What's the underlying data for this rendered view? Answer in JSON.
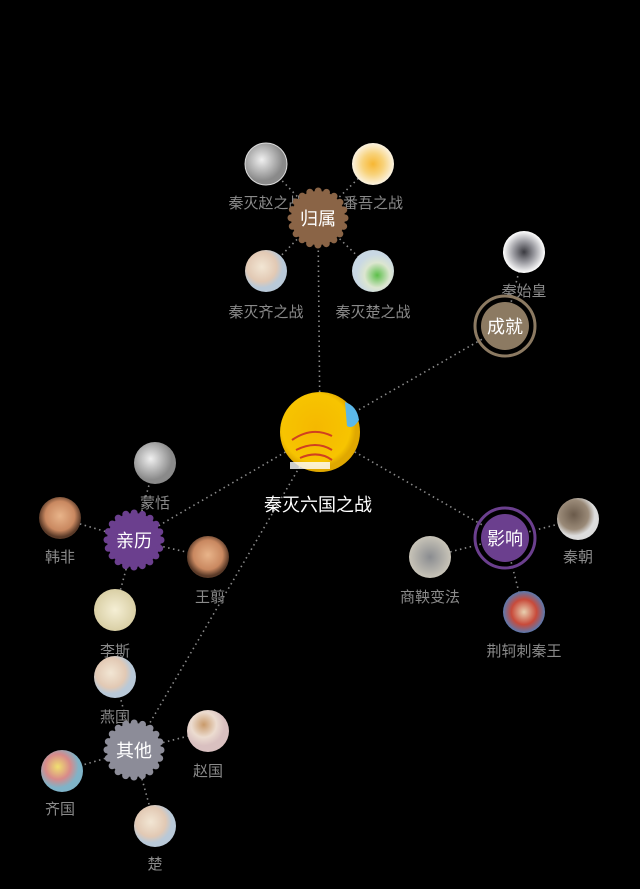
{
  "center": {
    "label": "秦灭六国之战"
  },
  "groups": {
    "guishu": {
      "label": "归属",
      "color": "#8a6446",
      "items": [
        "秦灭赵之战",
        "番吾之战",
        "秦灭齐之战",
        "秦灭楚之战"
      ]
    },
    "chengjiu": {
      "label": "成就",
      "color": "#8c7a62",
      "items": [
        "秦始皇"
      ]
    },
    "yingxiang": {
      "label": "影响",
      "color": "#6b3f8e",
      "items": [
        "秦朝",
        "商鞅变法",
        "荆轲刺秦王"
      ]
    },
    "qinli": {
      "label": "亲历",
      "color": "#6b3f8e",
      "items": [
        "蒙恬",
        "韩非",
        "王翦",
        "李斯"
      ]
    },
    "qita": {
      "label": "其他",
      "color": "#8c8c98",
      "items": [
        "燕国",
        "赵国",
        "齐国",
        "楚"
      ]
    }
  }
}
